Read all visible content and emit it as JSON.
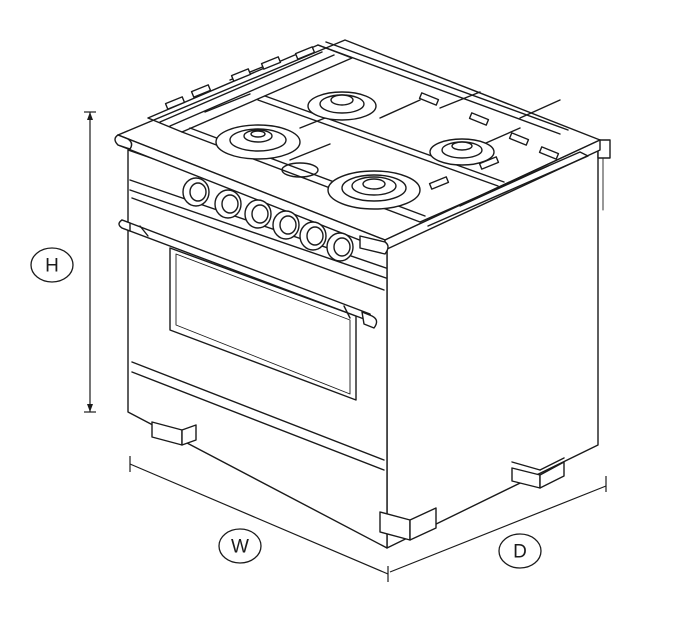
{
  "diagram": {
    "subject": "range-cooker-dimensions",
    "labels": {
      "height": "H",
      "width": "W",
      "depth": "D"
    },
    "colors": {
      "ink": "#1a1a1a",
      "background": "#ffffff"
    },
    "knob_count": 6,
    "burner_count": 5
  }
}
